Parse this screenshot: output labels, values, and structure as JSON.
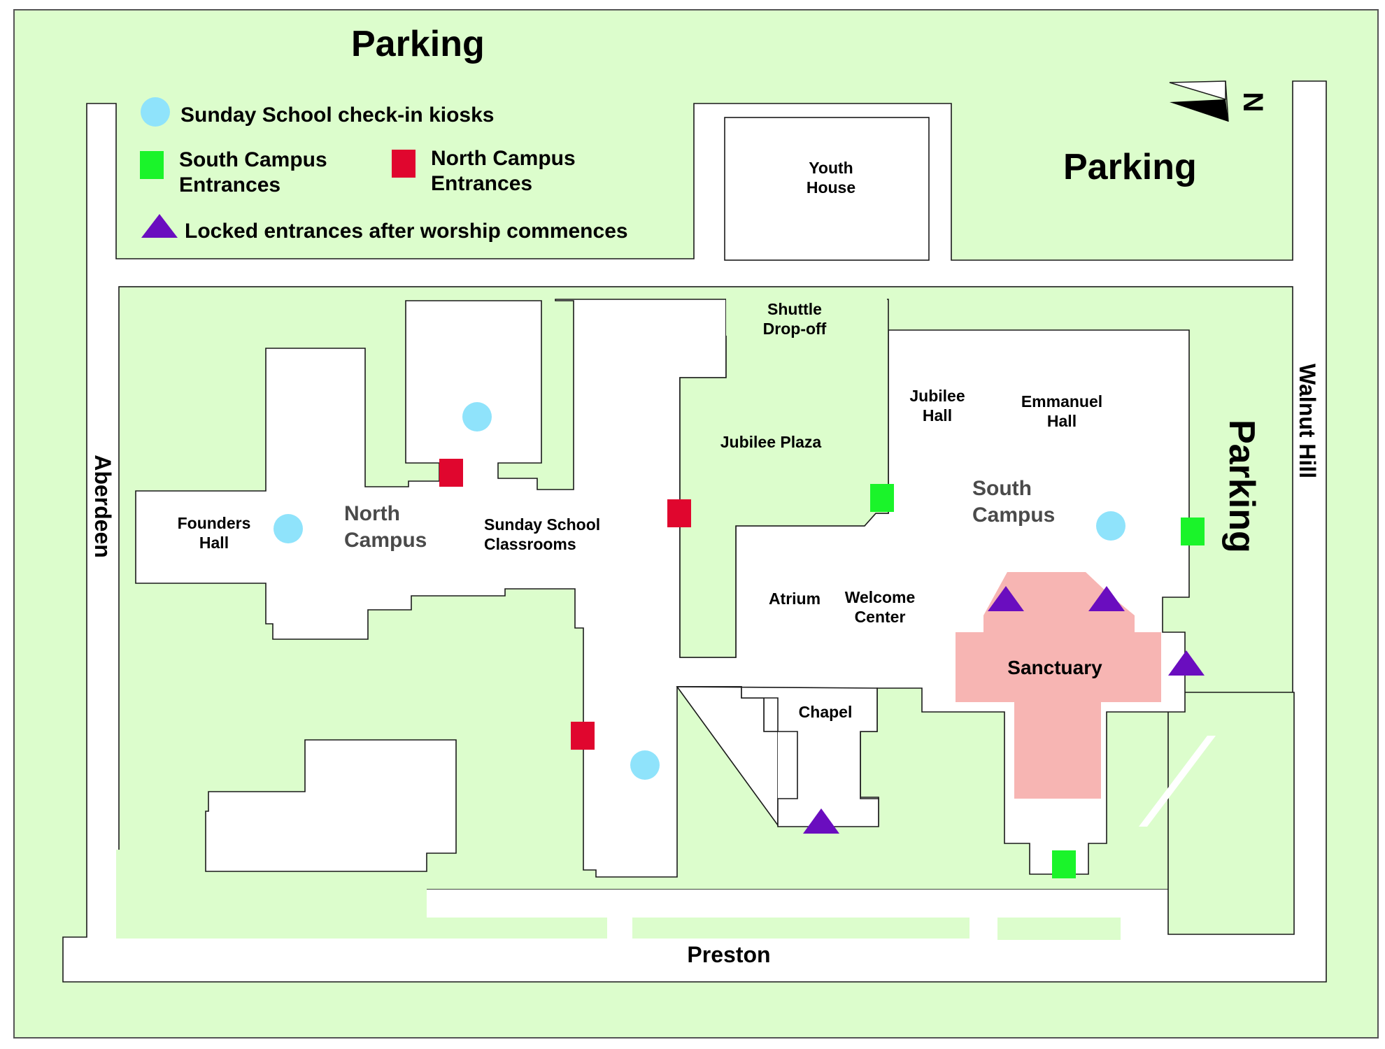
{
  "legend": {
    "kiosk_label": "Sunday School check-in kiosks",
    "south_entrances_label": [
      "South Campus",
      "Entrances"
    ],
    "north_entrances_label": [
      "North Campus",
      "Entrances"
    ],
    "locked_label": "Locked entrances after worship commences"
  },
  "colors": {
    "grass": "#dcfdcc",
    "kiosk": "#8fe3fb",
    "south_entrance": "#1af42a",
    "north_entrance": "#e0062e",
    "locked": "#6a0dbf",
    "sanctuary": "#f7b5b3"
  },
  "parking": {
    "top_left": "Parking",
    "top_right": "Parking",
    "right": "Parking"
  },
  "streets": {
    "left": "Aberdeen",
    "right": "Walnut Hill",
    "bottom": "Preston"
  },
  "compass": {
    "letter": "N"
  },
  "buildings": {
    "youth_house": [
      "Youth",
      "House"
    ],
    "founders_hall": [
      "Founders",
      "Hall"
    ],
    "north_campus": [
      "North",
      "Campus"
    ],
    "sunday_school": [
      "Sunday School",
      "Classrooms"
    ],
    "shuttle": [
      "Shuttle",
      "Drop-off"
    ],
    "jubilee_plaza": "Jubilee Plaza",
    "jubilee_hall": [
      "Jubilee",
      "Hall"
    ],
    "emmanuel_hall": [
      "Emmanuel",
      "Hall"
    ],
    "south_campus": [
      "South",
      "Campus"
    ],
    "atrium": "Atrium",
    "welcome_center": [
      "Welcome",
      "Center"
    ],
    "sanctuary": "Sanctuary",
    "chapel": "Chapel"
  }
}
